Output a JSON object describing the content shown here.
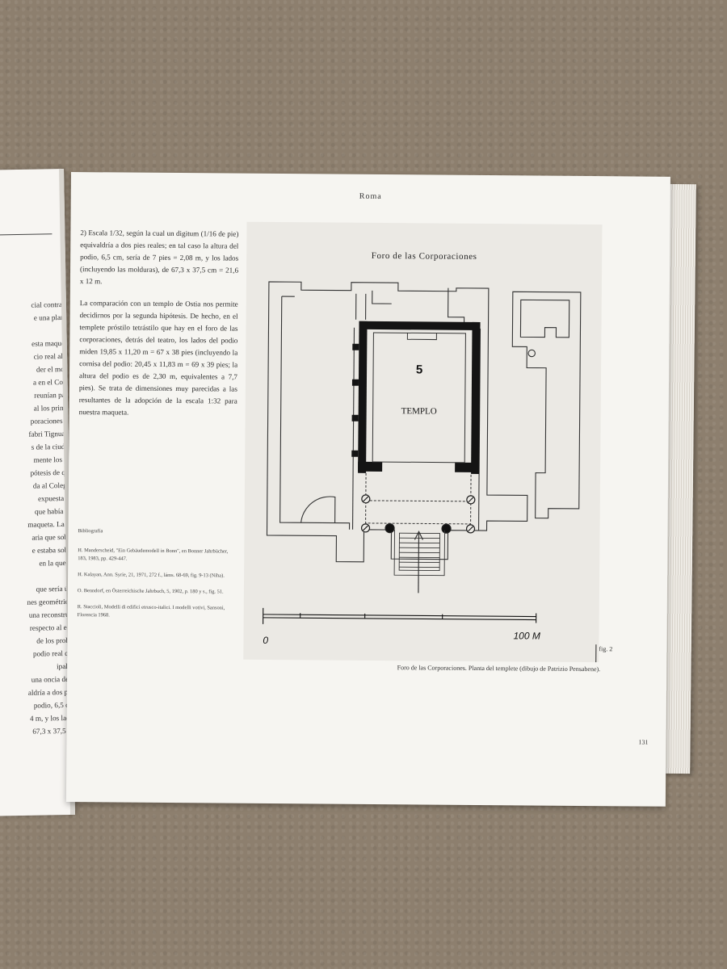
{
  "running_head": "Roma",
  "page_number": "131",
  "body_paragraphs": [
    "2) Escala 1/32, según la cual un digitum (1/16 de pie) equivaldría a dos pies reales; en tal caso la altura del podio, 6,5 cm, sería de 7 pies = 2,08 m, y los lados (incluyendo las molduras), de 67,3 x 37,5 cm = 21,6 x 12 m.",
    "La comparación con un templo de Ostia nos permite decidirnos por la segunda hipótesis. De hecho, en el templete próstilo tetrástilo que hay en el foro de las corporaciones, detrás del teatro, los lados del podio miden 19,85 x 11,20 m = 67 x 38 pies (incluyendo la cornisa del podio: 20,45 x 11,83 m = 69 x 39 pies; la altura del podio es de 2,30 m, equivalentes a 7,7 pies). Se trata de dimensiones muy parecidas a las resultantes de la adopción de la escala 1:32 para nuestra maqueta."
  ],
  "bibliography": {
    "title": "Bibliografía",
    "entries": [
      "H. Manderscheid, \"Ein Gebäudemodell in Bonn\", en Bonner Jahrbücher, 183, 1983, pp. 429-447.",
      "H. Kalayan, Ann. Syrie, 21, 1971, 272 f., láms. 68-69, fig. 9-13 (Niha).",
      "O. Benndorf, en Österreichische Jahrbuch, 5, 1902, p. 180 y s., fig. 51.",
      "R. Staccioli, Modelli di edifici etrusco-italici. I modelli votivi, Sansoni, Florencia 1968."
    ]
  },
  "figure": {
    "title": "Foro de las Corporaciones",
    "building_number": "5",
    "building_label": "TEMPLO",
    "scale_start": "0",
    "scale_end": "100 M",
    "fig_label": "fig. 2",
    "caption": "Foro de las Corporaciones. Planta del templete (dibujo de Patrizio Pensabene)."
  },
  "left_page_fragments": [
    "cial contra el",
    "e una planta",
    "",
    "esta maqueta",
    "cio real algo",
    "der el mon-",
    "a en el Cole-",
    "reunían para",
    "al los princi-",
    "poraciones de",
    "fabri Tignuarii",
    "s de la ciudad",
    "mente los ar-",
    "pótesis de que",
    "da al Colegio",
    "expuesta en",
    "que había le-",
    "maqueta. La fi-",
    "aria que sobre",
    "e estaba sobre",
    "en la que se",
    "",
    "que sería útil",
    "nes geométricas",
    "una reconstruc-",
    "respecto al edi-",
    "de los proba-",
    "podio real que",
    "ipales.",
    "una oncia de la",
    "aldría a dos pies",
    "podio, 6,5 cm,",
    "4 m, y los lados",
    "67,3 x 37,5 cm"
  ]
}
